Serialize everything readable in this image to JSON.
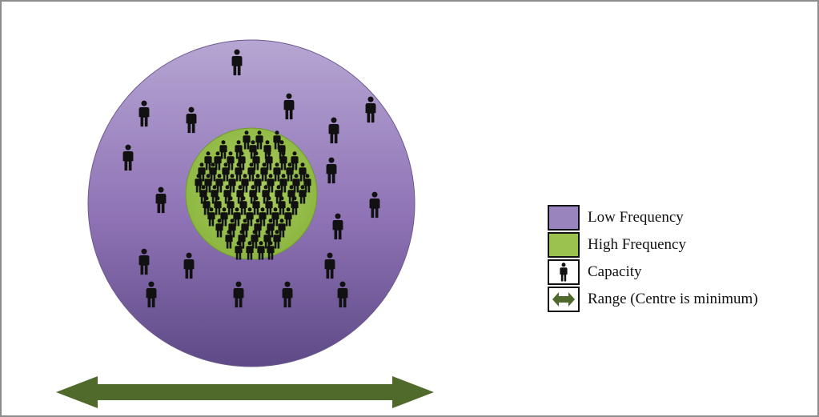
{
  "colors": {
    "low_frequency": "#9a84bd",
    "high_frequency": "#9bc24f",
    "capacity": "#111111",
    "range": "#4f6a2b"
  },
  "icons": {
    "capacity": "person-icon",
    "range": "double-arrow-icon"
  },
  "legend": {
    "items": [
      {
        "label": "Low Frequency",
        "swatch": "low_frequency"
      },
      {
        "label": "High Frequency",
        "swatch": "high_frequency"
      },
      {
        "label": "Capacity",
        "swatch": "person-icon"
      },
      {
        "label": "Range (Centre is minimum)",
        "swatch": "double-arrow-icon"
      }
    ]
  }
}
